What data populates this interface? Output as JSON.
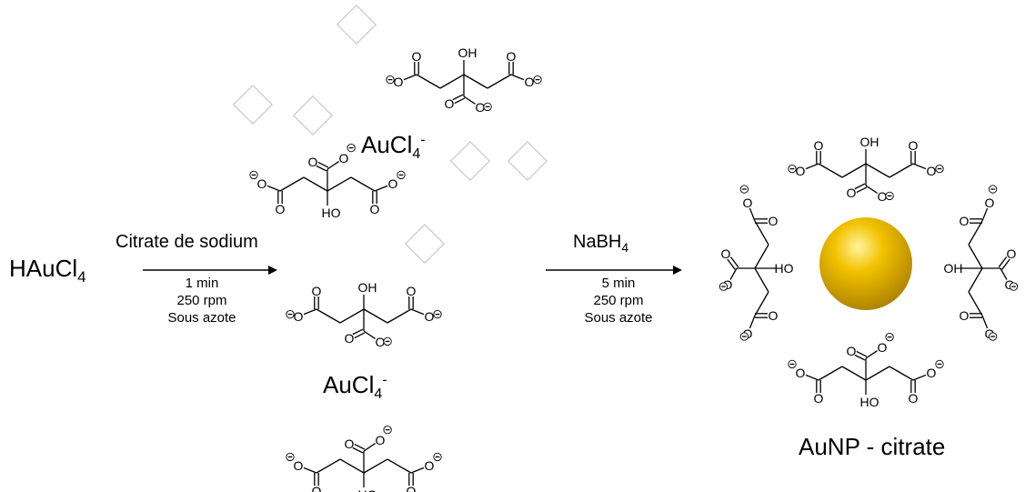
{
  "reactant": {
    "main": "HAuCl",
    "sub": "4"
  },
  "step1": {
    "reagent": "Citrate de sodium",
    "conditions": [
      "1 min",
      "250 rpm",
      "Sous azote"
    ]
  },
  "intermediate": {
    "complex_main": "AuCl",
    "complex_sub": "4",
    "complex_sup": "-"
  },
  "step2": {
    "reagent_main": "NaBH",
    "reagent_sub": "4",
    "conditions": [
      "5 min",
      "250 rpm",
      "Sous azote"
    ]
  },
  "product": {
    "label": "AuNP - citrate"
  },
  "atoms": {
    "oxygen": "O",
    "hydroxyl": "OH",
    "hydroxyl_rev": "HO"
  },
  "colors": {
    "gold_light": "#fff3a0",
    "gold_mid": "#f2c200",
    "gold_dark": "#a57a00"
  }
}
